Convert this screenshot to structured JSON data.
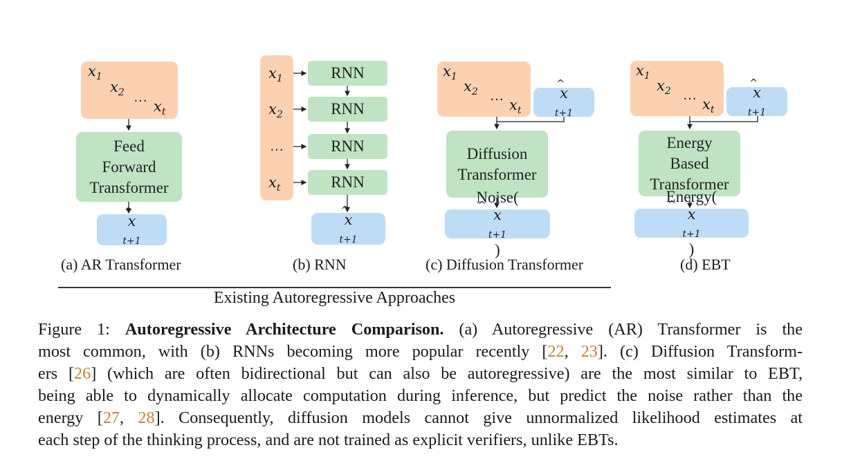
{
  "figure": {
    "panels": [
      {
        "id": "a",
        "inputs": [
          "x",
          "1",
          "x",
          "2",
          "…",
          "x",
          "t"
        ],
        "model_lines": [
          "Feed",
          "Forward",
          "Transformer"
        ],
        "output": {
          "base": "x",
          "sub": "t+1",
          "prefix": "",
          "suffix": ""
        },
        "label": "(a) AR Transformer"
      },
      {
        "id": "b",
        "inputs": [
          {
            "base": "x",
            "sub": "1"
          },
          {
            "base": "x",
            "sub": "2"
          },
          {
            "base": "…",
            "sub": ""
          },
          {
            "base": "x",
            "sub": "t"
          }
        ],
        "cells": [
          "RNN",
          "RNN",
          "RNN",
          "RNN"
        ],
        "output": {
          "base": "x",
          "sub": "t+1"
        },
        "label": "(b) RNN"
      },
      {
        "id": "c",
        "model_lines": [
          "Diffusion",
          "Transformer"
        ],
        "candidate": {
          "base": "x",
          "sub": "t+1"
        },
        "output": {
          "prefix": "Noise(",
          "base": "x",
          "sub": "t+1",
          "suffix": ")"
        },
        "label": "(c) Diffusion Transformer"
      },
      {
        "id": "d",
        "model_lines": [
          "Energy",
          "Based",
          "Transformer"
        ],
        "candidate": {
          "base": "x",
          "sub": "t+1"
        },
        "output": {
          "prefix": "Energy(",
          "base": "x",
          "sub": "t+1",
          "suffix": ")"
        },
        "label": "(d) EBT"
      }
    ],
    "group_label": "Existing Autoregressive Approaches",
    "colors": {
      "input": "#fbd1b2",
      "model": "#bfe3c3",
      "output": "#bfdcf6",
      "citation": "#c0823d"
    }
  },
  "caption": {
    "prefix": "Figure 1: ",
    "title": "Autoregressive Architecture Comparison.",
    "lines": [
      [
        {
          "t": " (a) Autoregressive (AR) Transformer is the"
        }
      ],
      [
        {
          "t": "most common, with (b) RNNs becoming more popular recently ["
        },
        {
          "t": "22",
          "cite": true
        },
        {
          "t": ", "
        },
        {
          "t": "23",
          "cite": true
        },
        {
          "t": "]. (c) Diffusion Transform-"
        }
      ],
      [
        {
          "t": "ers ["
        },
        {
          "t": "26",
          "cite": true
        },
        {
          "t": "] (which are often bidirectional but can also be autoregressive) are the most similar to EBT,"
        }
      ],
      [
        {
          "t": "being able to dynamically allocate computation during inference, but predict the noise rather than the"
        }
      ],
      [
        {
          "t": "energy ["
        },
        {
          "t": "27",
          "cite": true
        },
        {
          "t": ", "
        },
        {
          "t": "28",
          "cite": true
        },
        {
          "t": "]. Consequently, diffusion models cannot give unnormalized likelihood estimates at"
        }
      ],
      [
        {
          "t": "each step of the thinking process, and are not trained as explicit verifiers, unlike EBTs."
        }
      ]
    ]
  }
}
